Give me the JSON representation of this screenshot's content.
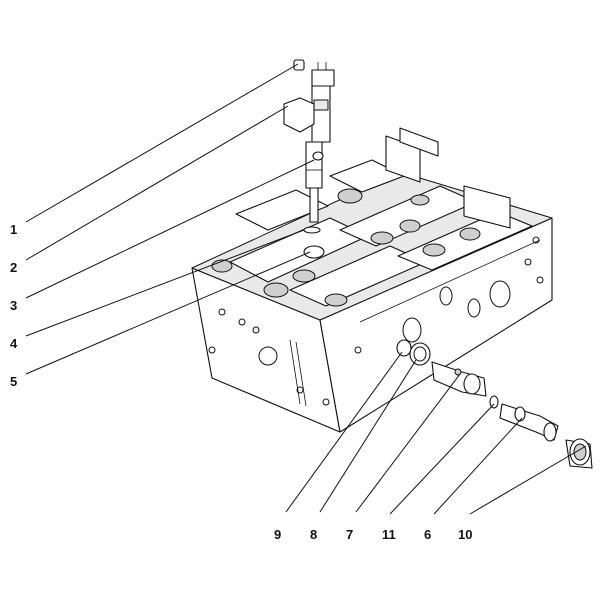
{
  "figure": {
    "type": "exploded-parts-diagram",
    "callouts": [
      {
        "label": "1"
      },
      {
        "label": "2"
      },
      {
        "label": "3"
      },
      {
        "label": "4"
      },
      {
        "label": "5"
      },
      {
        "label": "9"
      },
      {
        "label": "8"
      },
      {
        "label": "7"
      },
      {
        "label": "11"
      },
      {
        "label": "6"
      },
      {
        "label": "10"
      }
    ]
  }
}
